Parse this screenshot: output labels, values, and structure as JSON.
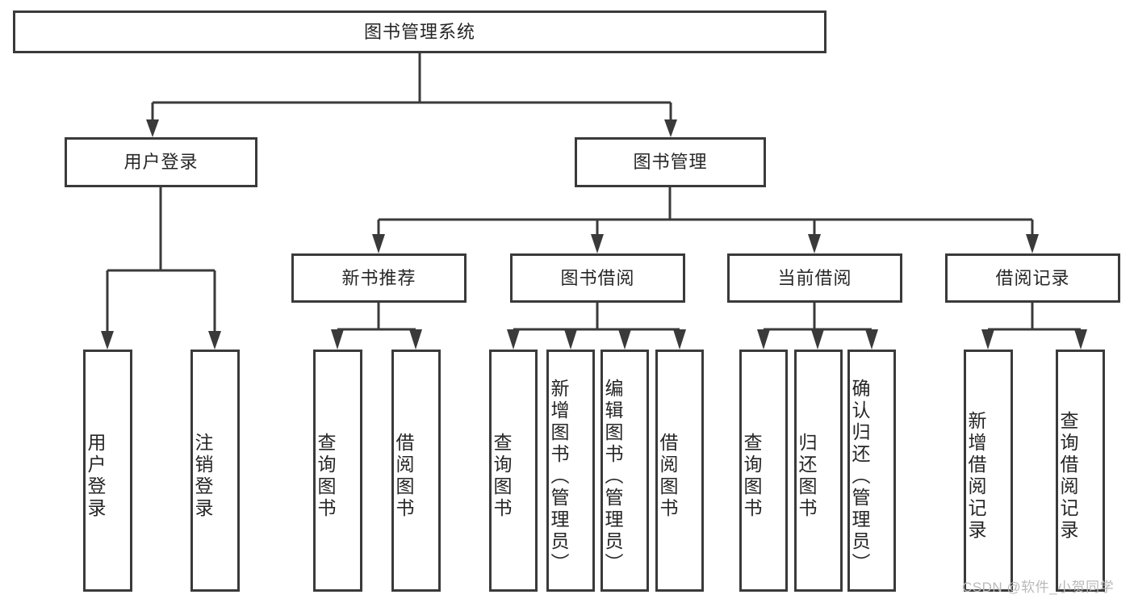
{
  "diagram": {
    "title": "图书管理系统",
    "type": "tree-hierarchy-diagram",
    "colors": {
      "stroke": "#3a3a3a",
      "fill": "#ffffff",
      "text": "#262626",
      "watermark": "#b9b9b9"
    },
    "watermark": "CSDN @软件_小贺同学",
    "nodes": {
      "root": {
        "label": "图书管理系统"
      },
      "level1": [
        {
          "label": "用户登录"
        },
        {
          "label": "图书管理"
        }
      ],
      "level2": [
        {
          "label": "新书推荐"
        },
        {
          "label": "图书借阅"
        },
        {
          "label": "当前借阅"
        },
        {
          "label": "借阅记录"
        }
      ],
      "leaves": {
        "user_login": [
          {
            "label": "用户登录"
          },
          {
            "label": "注销登录"
          }
        ],
        "new_book_recommend": [
          {
            "label": "查询图书"
          },
          {
            "label": "借阅图书"
          }
        ],
        "book_borrow": [
          {
            "label": "查询图书"
          },
          {
            "label": "新增图书（管理员）"
          },
          {
            "label": "编辑图书（管理员）"
          },
          {
            "label": "借阅图书"
          }
        ],
        "current_borrow": [
          {
            "label": "查询图书"
          },
          {
            "label": "归还图书"
          },
          {
            "label": "确认归还（管理员）"
          }
        ],
        "borrow_record": [
          {
            "label": "新增借阅记录"
          },
          {
            "label": "查询借阅记录"
          }
        ]
      }
    }
  }
}
